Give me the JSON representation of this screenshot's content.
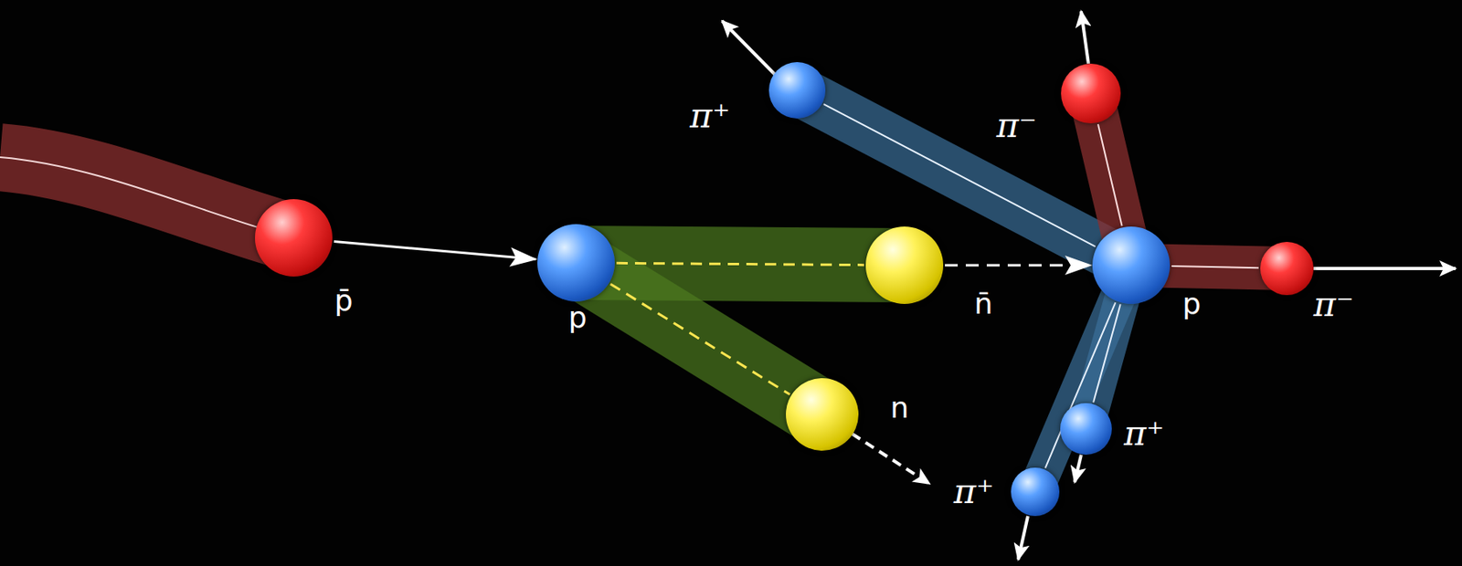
{
  "diagram": {
    "nodes": [
      {
        "text": [
          "p̄"
        ]
      },
      {
        "text": [
          "p"
        ]
      },
      {
        "text": [
          "n̄"
        ]
      },
      {
        "text": [
          "n"
        ]
      },
      {
        "text": [
          "p"
        ]
      },
      {
        "text": [
          "π⁺"
        ]
      },
      {
        "text": [
          "π⁻"
        ]
      },
      {
        "text": [
          "π⁻"
        ]
      },
      {
        "text": [
          "π⁺"
        ]
      },
      {
        "text": [
          "π⁺"
        ]
      }
    ],
    "edges": [
      {
        "from": 0,
        "to": 1,
        "arrow": "to"
      },
      {
        "from": 1,
        "to": 2,
        "arrow": "none"
      },
      {
        "from": 1,
        "to": 3,
        "arrow": "none"
      },
      {
        "from": 2,
        "to": 4,
        "arrow": "to"
      },
      {
        "from": 4,
        "to": 5,
        "arrow": "none"
      },
      {
        "from": 4,
        "to": 6,
        "arrow": "none"
      },
      {
        "from": 4,
        "to": 7,
        "arrow": "none"
      },
      {
        "from": 4,
        "to": 8,
        "arrow": "none"
      },
      {
        "from": 4,
        "to": 9,
        "arrow": "none"
      }
    ]
  }
}
